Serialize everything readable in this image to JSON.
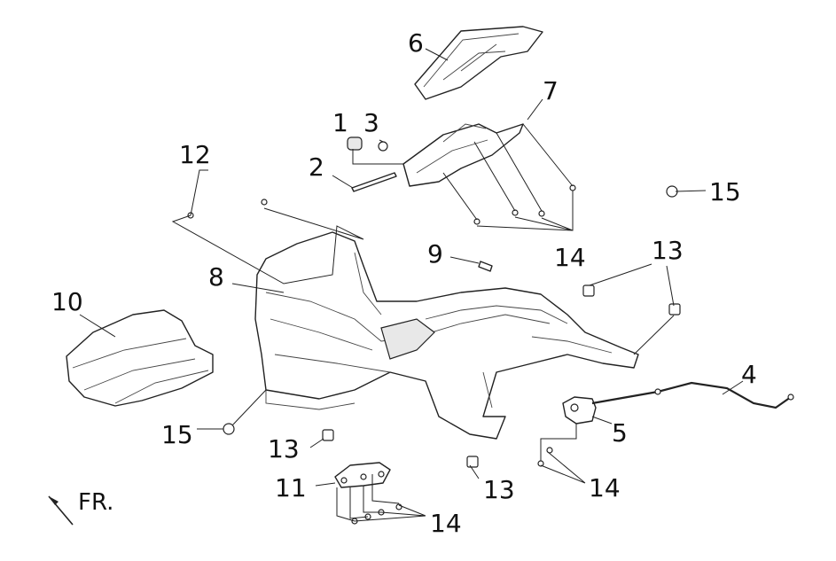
{
  "diagram": {
    "direction_label": "FR.",
    "callouts": {
      "c1": "1",
      "c2": "2",
      "c3": "3",
      "c4": "4",
      "c5": "5",
      "c6": "6",
      "c7": "7",
      "c8": "8",
      "c9": "9",
      "c10": "10",
      "c11": "11",
      "c12": "12",
      "c13": "13",
      "c14": "14",
      "c15": "15"
    }
  }
}
